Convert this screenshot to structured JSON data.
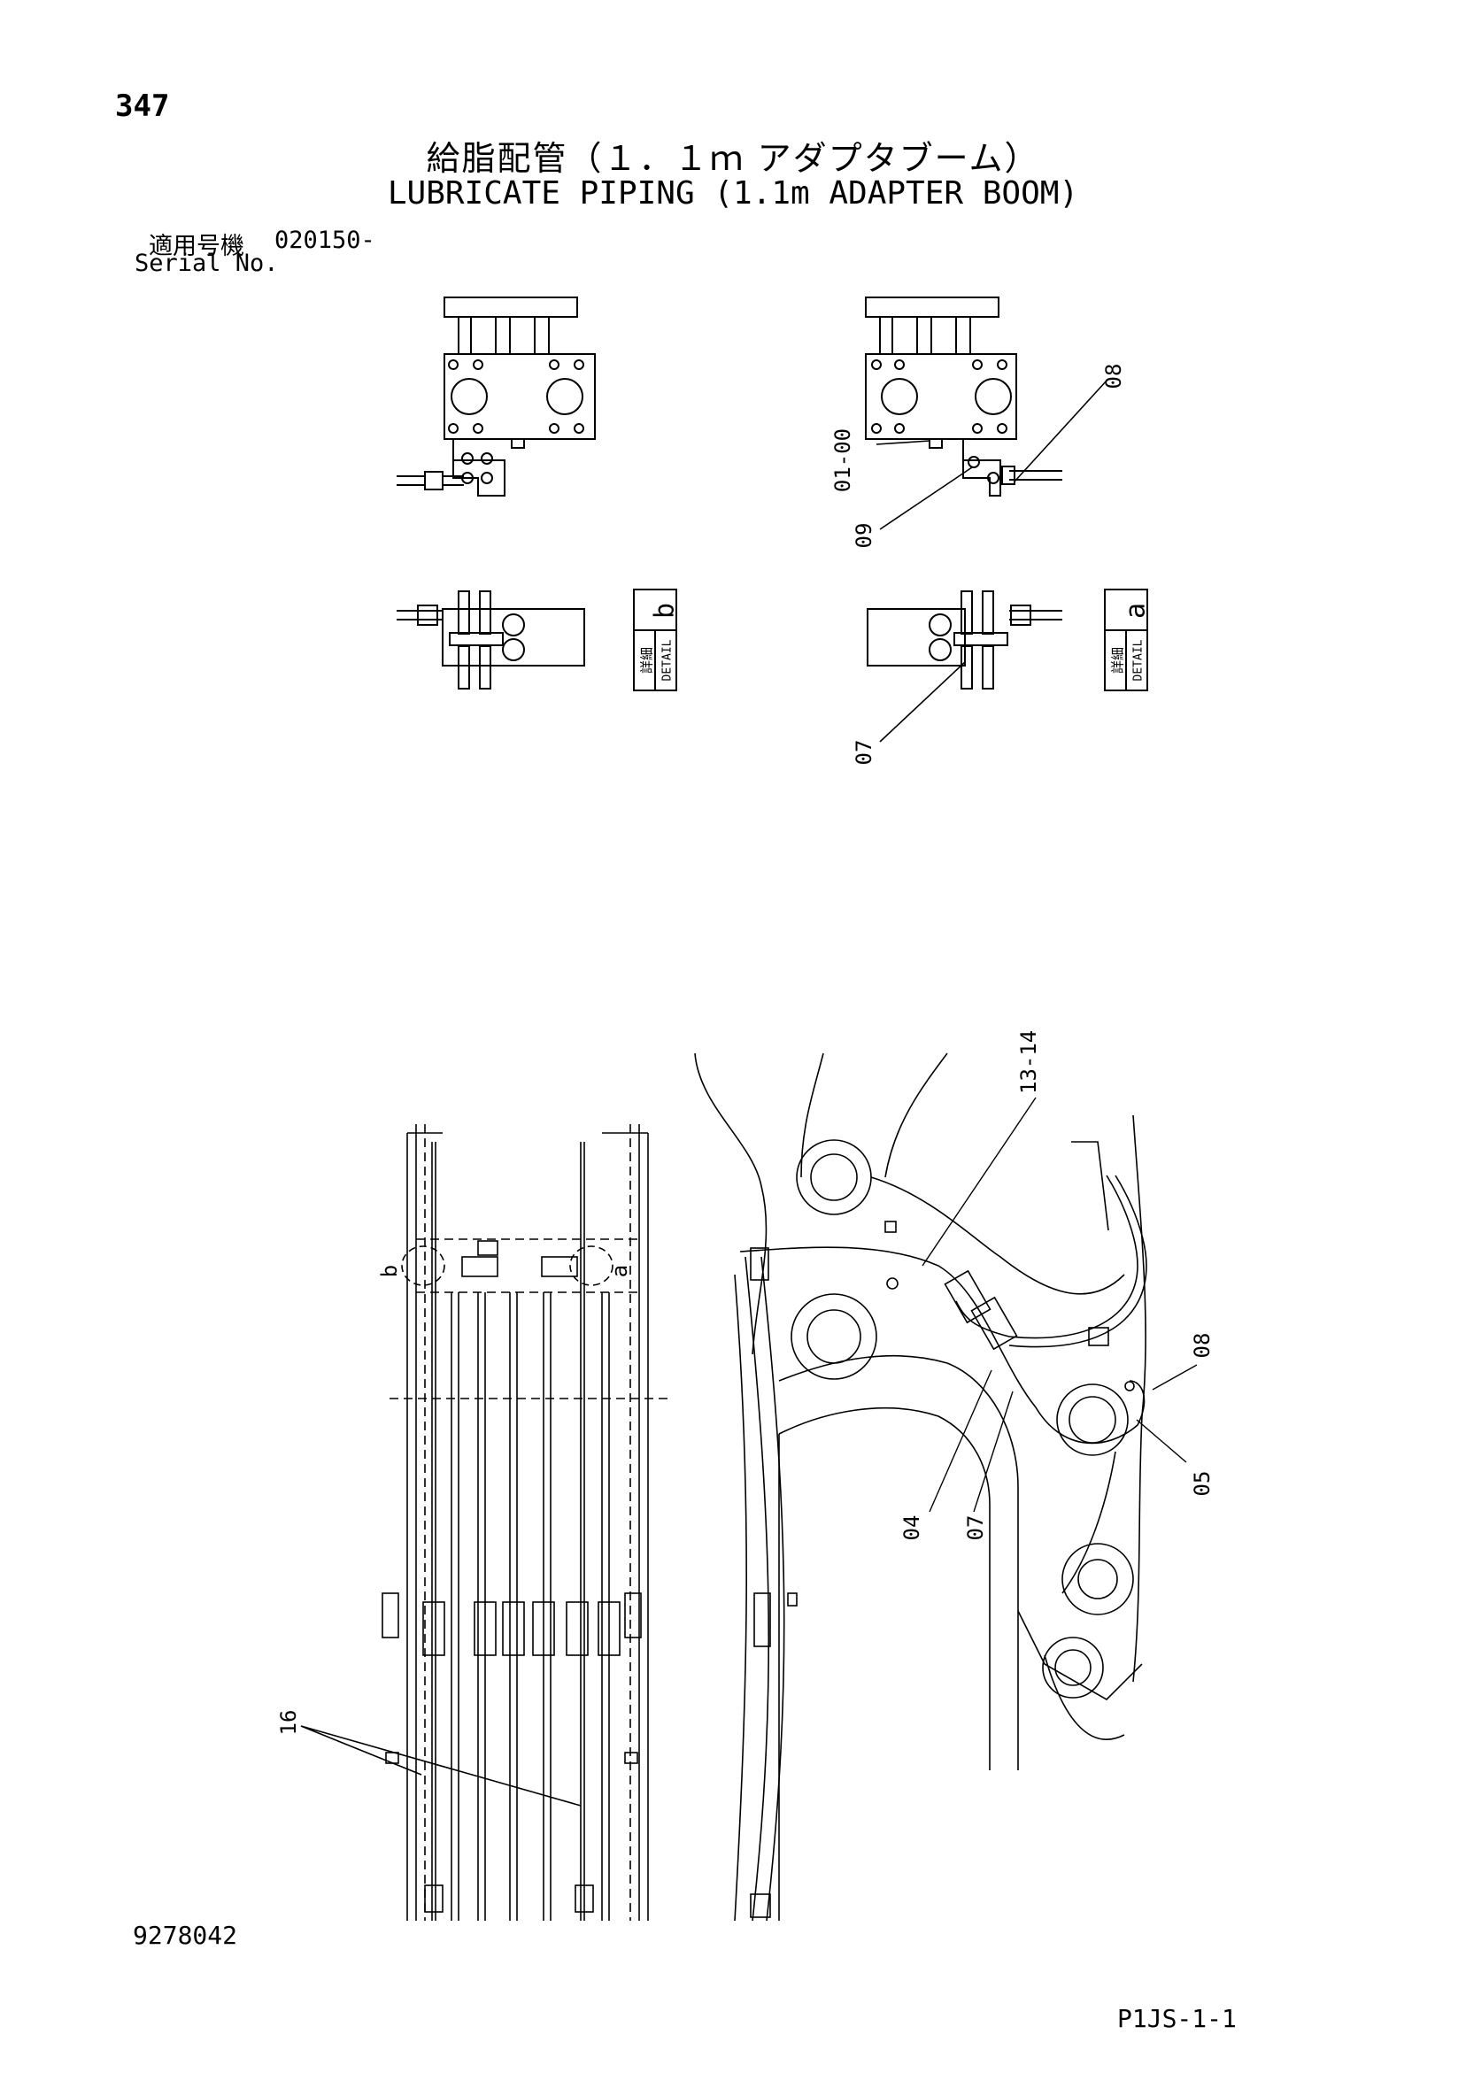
{
  "header": {
    "page_number": "347",
    "title_jp": "給脂配管（１．１ｍ アダプタブーム）",
    "title_en": "LUBRICATE PIPING (1.1m ADAPTER BOOM)",
    "serial_label_jp": "適用号機",
    "serial_value": "020150-",
    "serial_label_en": "Serial No."
  },
  "details": [
    {
      "letter": "b",
      "label_jp": "詳細",
      "label_en": "DETAIL"
    },
    {
      "letter": "a",
      "label_jp": "詳細",
      "label_en": "DETAIL"
    }
  ],
  "callouts": {
    "c01_00": "01-00",
    "c08_top": "08",
    "c09": "09",
    "c07_top": "07",
    "c13_14": "13-14",
    "c08_side": "08",
    "c05": "05",
    "c04": "04",
    "c07_side": "07",
    "c16": "16",
    "detail_b_marker": "b",
    "detail_a_marker": "a"
  },
  "footer": {
    "document_id": "9278042",
    "sheet_id": "P1JS-1-1"
  }
}
